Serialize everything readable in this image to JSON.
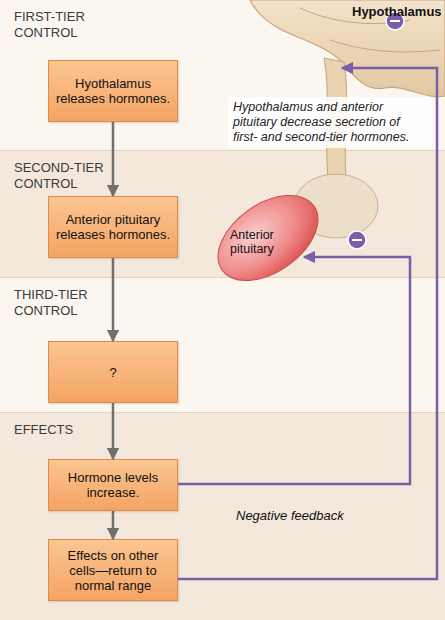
{
  "diagram": {
    "nodes": [
      {
        "text": [
          "FIRST-TIER CONTROL"
        ]
      },
      {
        "text": [
          "Hyothalamus releases hormones."
        ],
        "in": 0
      },
      {
        "text": [
          "SECOND-TIER CONTROL"
        ]
      },
      {
        "text": [
          "Anterior pituitary releases hormones."
        ],
        "in": 2
      },
      {
        "text": [
          "THIRD-TIER CONTROL"
        ]
      },
      {
        "text": [
          "?"
        ],
        "in": 4
      },
      {
        "text": [
          "EFFECTS"
        ]
      },
      {
        "text": [
          "Hormone levels increase."
        ],
        "in": 6
      },
      {
        "text": [
          "Effects on other cells—return to normal range"
        ],
        "in": 6
      },
      {
        "text": [
          "Hypothalamus and anterior pituitary decrease secretion of first- and second-tier hormones."
        ]
      }
    ],
    "edges": [
      {
        "from": 1,
        "to": 3,
        "arrow": "to"
      },
      {
        "from": 3,
        "to": 5,
        "arrow": "to"
      },
      {
        "from": 5,
        "to": 7,
        "arrow": "to"
      },
      {
        "from": 7,
        "to": 8,
        "arrow": "to"
      }
    ],
    "labels": [
      "Hypothalamus",
      "Anterior pituitary",
      "Negative feedback"
    ]
  }
}
